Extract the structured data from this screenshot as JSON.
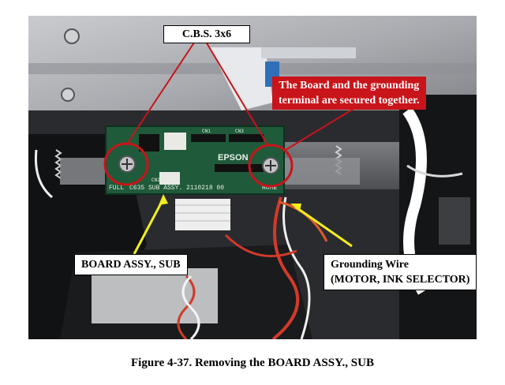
{
  "figure": {
    "caption": "Figure 4-37.   Removing the BOARD ASSY., SUB",
    "photo_description": "Photo of printer interior showing the sub board secured by screws",
    "callouts": {
      "screw": "C.B.S. 3x6",
      "secured_line1": "The Board and the grounding",
      "secured_line2": "terminal are secured together.",
      "board": "BOARD ASSY., SUB",
      "wire_line1": "Grounding Wire",
      "wire_line2": "(MOTOR, INK SELECTOR)"
    },
    "board_silkscreen": {
      "brand": "EPSON",
      "part": "C635 SUB ASSY. 2110218  00",
      "full": "FULL",
      "home": "HOME",
      "cn1": "CN1",
      "cn2": "CN2",
      "cn3": "CN3"
    }
  },
  "colors": {
    "callout_red": "#c8141a",
    "pointer_yellow": "#f2ee1e",
    "board_green": "#1f5a3a"
  }
}
